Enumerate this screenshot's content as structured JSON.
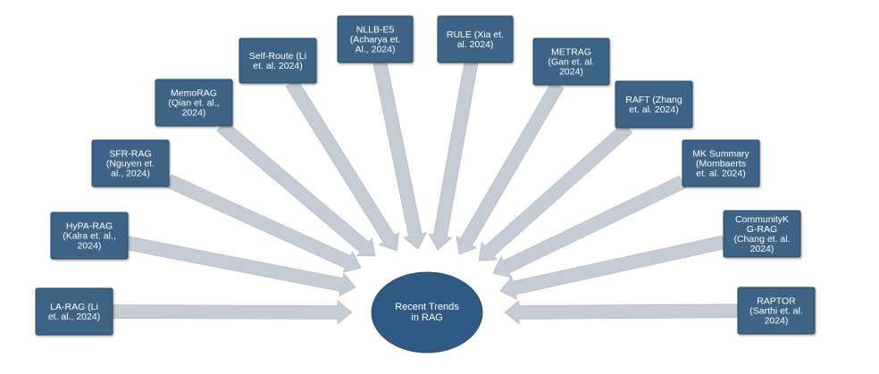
{
  "center": {
    "lines": [
      "Recent Trends",
      "in RAG"
    ]
  },
  "nodes": [
    {
      "id": "la-rag",
      "lines": [
        "LA-RAG (Li",
        "et. al., 2024)"
      ]
    },
    {
      "id": "hypa-rag",
      "lines": [
        "HyPA-RAG",
        "(Kalra et. al.,",
        "2024)"
      ]
    },
    {
      "id": "sfr-rag",
      "lines": [
        "SFR-RAG",
        "(Nguyen et.",
        "al., 2024)"
      ]
    },
    {
      "id": "memorag",
      "lines": [
        "MemoRAG",
        "(Qian et. al.,",
        "2024)"
      ]
    },
    {
      "id": "self-route",
      "lines": [
        "Self-Route (Li",
        "et. al. 2024)"
      ]
    },
    {
      "id": "nllb-e5",
      "lines": [
        "NLLB-E5",
        "(Acharya et.",
        "Al., 2024)"
      ]
    },
    {
      "id": "rule",
      "lines": [
        "RULE (Xia et.",
        "al. 2024)"
      ]
    },
    {
      "id": "metrag",
      "lines": [
        "METRAG",
        "(Gan et. al.",
        "2024)"
      ]
    },
    {
      "id": "raft",
      "lines": [
        "RAFT (Zhang",
        "et. al. 2024)"
      ]
    },
    {
      "id": "mk-summary",
      "lines": [
        "MK Summary",
        "(Mombaerts",
        "et. al. 2024)"
      ]
    },
    {
      "id": "communitykg-rag",
      "lines": [
        "CommunityK",
        "G-RAG",
        "(Chang et. al.",
        "2024)"
      ]
    },
    {
      "id": "raptor",
      "lines": [
        "RAPTOR",
        "(Sarthi et. al.",
        "2024)"
      ]
    }
  ],
  "colors": {
    "node_fill": "#3e6386",
    "node_stroke": "#2c4a66",
    "center_fill": "#2f5a84",
    "arrow_fill": "#c5ccd5",
    "arrow_stroke": "#aab3be",
    "text": "#ffffff"
  }
}
